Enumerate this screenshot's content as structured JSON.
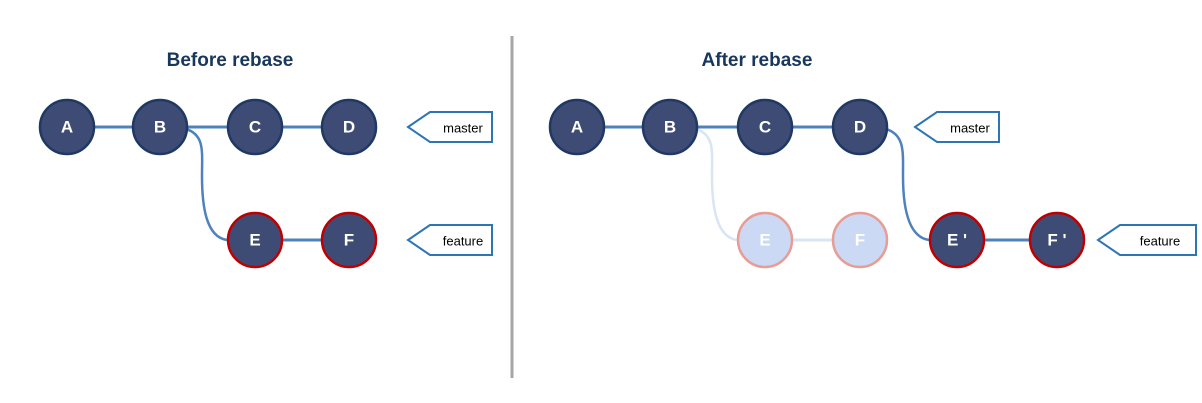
{
  "diagram": {
    "before": {
      "title": "Before rebase",
      "master_nodes": [
        "A",
        "B",
        "C",
        "D"
      ],
      "feature_nodes": [
        "E",
        "F"
      ],
      "master_tag": "master",
      "feature_tag": "feature"
    },
    "after": {
      "title": "After rebase",
      "master_nodes": [
        "A",
        "B",
        "C",
        "D"
      ],
      "old_feature_nodes": [
        "E",
        "F"
      ],
      "new_feature_nodes": [
        "E '",
        "F '"
      ],
      "master_tag": "master",
      "feature_tag": "feature"
    }
  },
  "colors": {
    "node_fill": "#3E4C75",
    "node_border": "#1F3864",
    "highlight_border": "#C00000",
    "connector": "#4F81BD",
    "faded_fill": "#CBD9F4",
    "faded_border": "#E79C94",
    "faded_connector": "#D9E4F6",
    "title_text": "#17375D",
    "tag_border": "#2E75B6",
    "divider": "#A6A6A6"
  }
}
